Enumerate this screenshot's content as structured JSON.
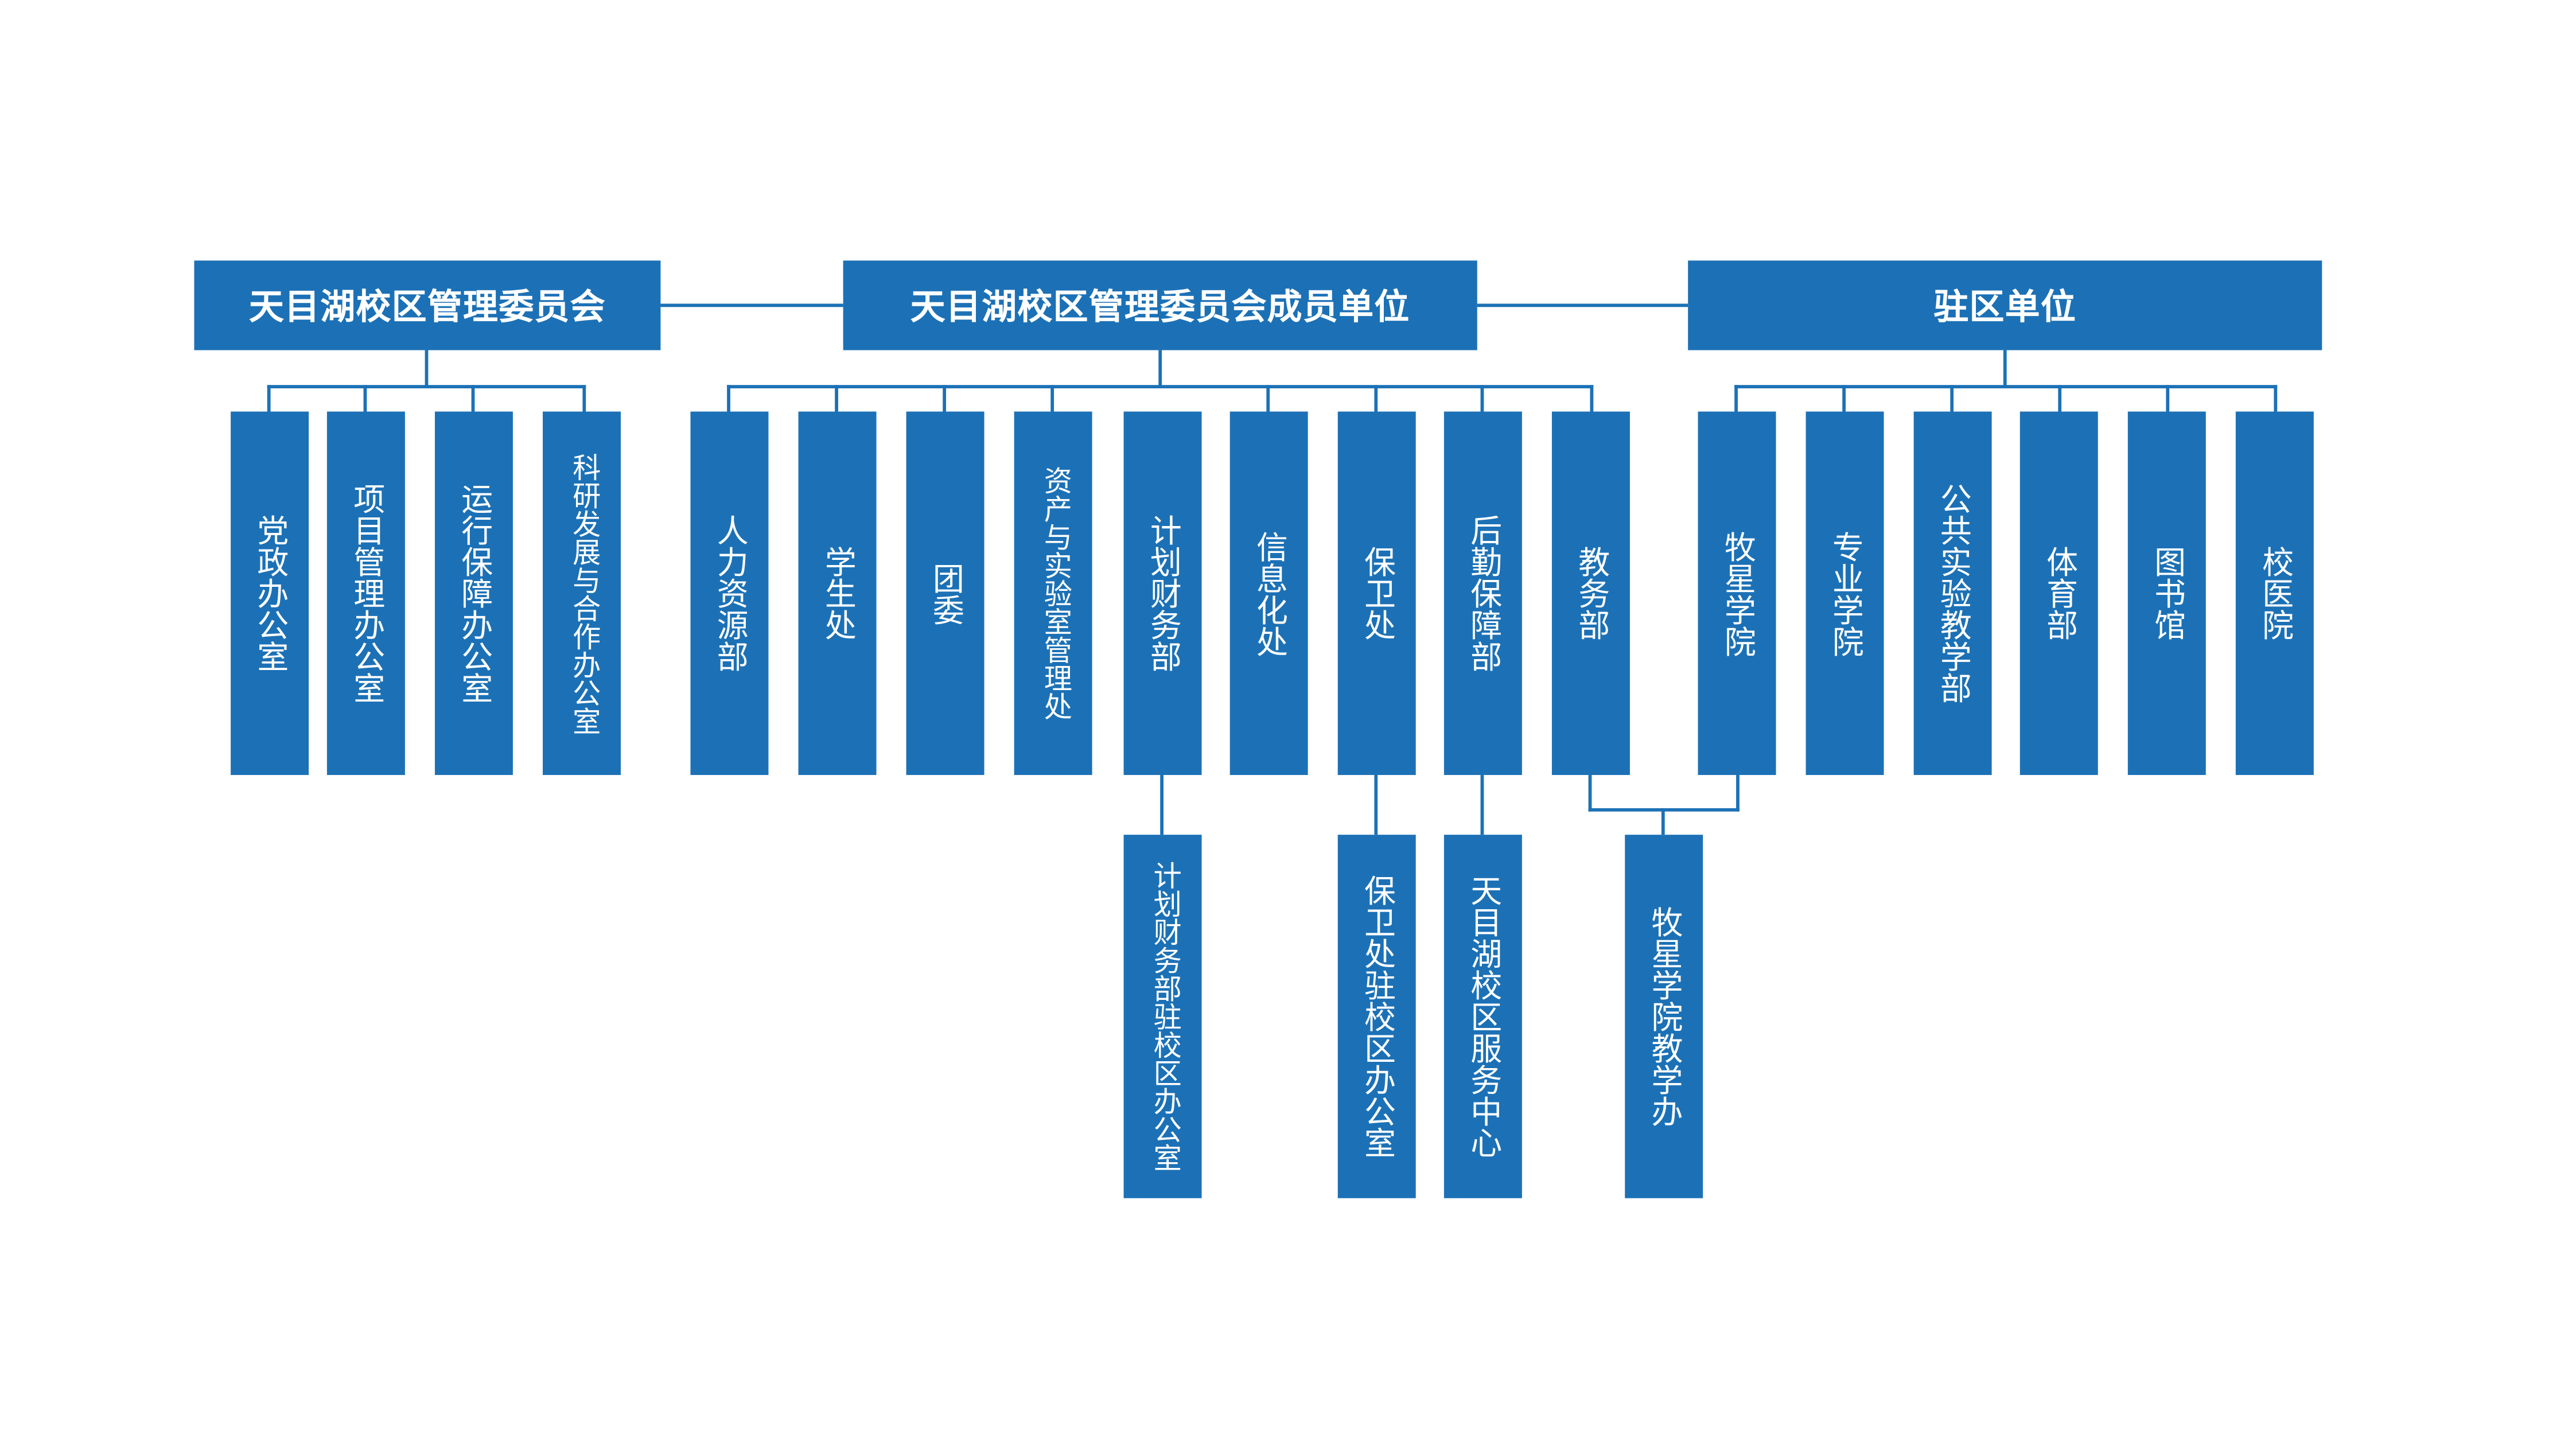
{
  "headers": {
    "committee": "天目湖校区管理委员会",
    "members": "天目湖校区管理委员会成员单位",
    "resident": "驻区单位"
  },
  "committee_units": [
    "党政办公室",
    "项目管理办公室",
    "运行保障办公室",
    "科研发展与合作办公室"
  ],
  "member_units": [
    "人力资源部",
    "学生处",
    "团委",
    "资产与实验室管理处",
    "计划财务部",
    "信息化处",
    "保卫处",
    "后勤保障部",
    "教务部"
  ],
  "resident_units": [
    "牧星学院",
    "专业学院",
    "公共实验教学部",
    "体育部",
    "图书馆",
    "校医院"
  ],
  "sub_units": {
    "finance_office": "计划财务部驻校区办公室",
    "security_office": "保卫处驻校区办公室",
    "service_center": "天目湖校区服务中心",
    "muxing_teaching": "牧星学院教学办"
  },
  "colors": {
    "box": "#1c71b6",
    "text": "#ffffff"
  }
}
